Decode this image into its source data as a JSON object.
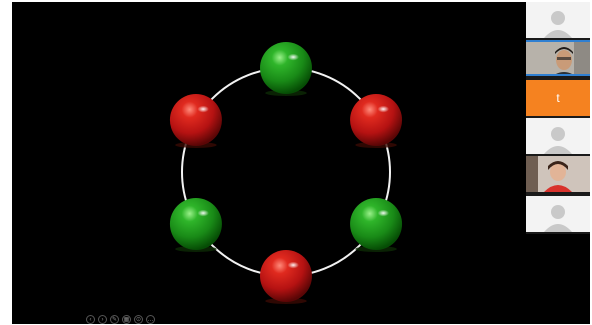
{
  "meeting": {
    "shared_screen": {
      "content": "six-sphere-ring",
      "colors": {
        "background": "#000000",
        "ring": "#ffffff",
        "red_sphere": "#c41a1a",
        "green_sphere": "#1e8f1e"
      },
      "spheres": [
        {
          "color": "green",
          "position": "top"
        },
        {
          "color": "red",
          "position": "upper-right"
        },
        {
          "color": "green",
          "position": "lower-right"
        },
        {
          "color": "red",
          "position": "bottom"
        },
        {
          "color": "green",
          "position": "lower-left"
        },
        {
          "color": "red",
          "position": "upper-left"
        }
      ]
    },
    "participants": [
      {
        "type": "placeholder",
        "icon": "person-icon"
      },
      {
        "type": "video",
        "icon": "participant-video"
      },
      {
        "type": "initial",
        "initial": "t",
        "color": "#f58220"
      },
      {
        "type": "placeholder",
        "icon": "person-icon"
      },
      {
        "type": "video",
        "icon": "participant-video"
      },
      {
        "type": "placeholder",
        "icon": "person-icon"
      }
    ],
    "controls": [
      {
        "icon": "prev-icon",
        "glyph": "‹"
      },
      {
        "icon": "next-icon",
        "glyph": "›"
      },
      {
        "icon": "pen-icon",
        "glyph": "✎"
      },
      {
        "icon": "slides-icon",
        "glyph": "▦"
      },
      {
        "icon": "zoom-icon",
        "glyph": "⊙"
      },
      {
        "icon": "more-icon",
        "glyph": "…"
      }
    ]
  }
}
